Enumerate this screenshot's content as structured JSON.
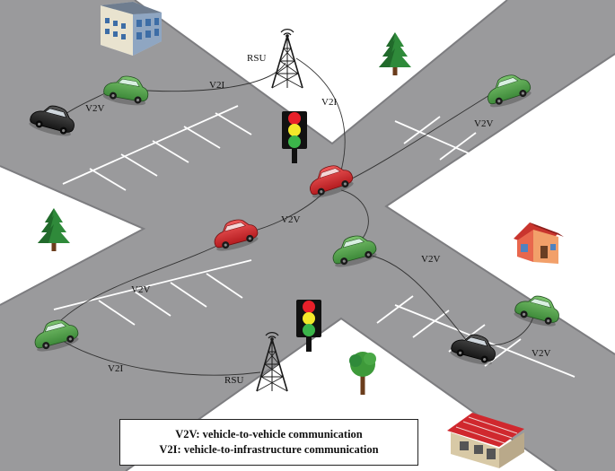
{
  "labels": {
    "rsu": "RSU",
    "v2v": "V2V",
    "v2i": "V2I"
  },
  "legend": {
    "line1": "V2V: vehicle-to-vehicle communication",
    "line2": "V2I: vehicle-to-infrastructure communication"
  },
  "colors": {
    "road": "#9a9a9c",
    "road_edge": "#7d7d80",
    "lane_marking": "#ffffff",
    "car_green": "#4f9a4a",
    "car_red": "#d8282c",
    "car_black": "#2a2a2e",
    "tower": "#1a1a1a",
    "tree_green": "#2f8a3a",
    "traffic_light_red": "#e8202a",
    "traffic_light_yellow": "#f3e82a",
    "traffic_light_green": "#3bb54a"
  }
}
